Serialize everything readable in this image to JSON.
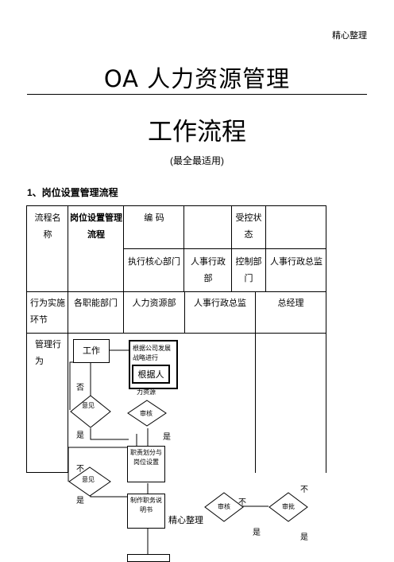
{
  "header": {
    "mark": "精心整理"
  },
  "document": {
    "title": "OA 人力资源管理",
    "subtitle": "工作流程",
    "note": "(最全最适用)",
    "section_heading": "1、岗位设置管理流程"
  },
  "table": {
    "row1": {
      "label": "流程名称",
      "name_value": "岗位设置管理流程",
      "code_label": "编 码",
      "control_status": "受控状态"
    },
    "row2": {
      "exec_dept_label": "执行核心部门",
      "exec_dept_value": "人事行政部",
      "control_dept_label": "控制部门",
      "control_dept_value": "人事行政总监"
    },
    "row3": {
      "label": "行为实施环节",
      "cols": [
        "各职能部门",
        "人力资源部",
        "人事行政总监",
        "总经理"
      ]
    },
    "row4": {
      "label": "管理行为"
    }
  },
  "flow": {
    "start_box": "工作",
    "strategy_box": "根据公司发展战略进行",
    "overlap_box": "根据人",
    "overlap_tail": "力资源",
    "opinion_1": "意见",
    "audit_1": "审核",
    "duty_box": "职责划分与岗位设置",
    "opinion_2": "意见",
    "job_desc_box": "制作职务说明书",
    "audit_2": "审核",
    "approve": "审批",
    "no": "否",
    "yes": "是",
    "no_alt": "不"
  },
  "footer": {
    "mark": "精心整理"
  }
}
